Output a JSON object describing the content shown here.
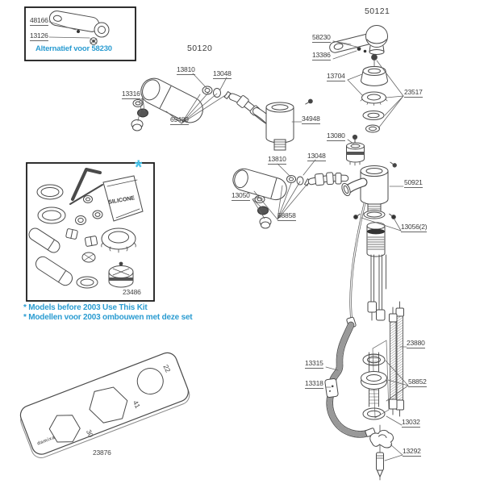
{
  "colors": {
    "accent": "#2b9cd1",
    "accent_bright": "#45c2ea",
    "line": "#4a4a4a"
  },
  "inset": {
    "part_48166": "48166",
    "part_13126": "13126",
    "caption": "Alternatief voor 58230"
  },
  "left_assembly": {
    "title": "50120",
    "part_13810": "13810",
    "part_13048": "13048",
    "part_13316": "13316",
    "part_69480": "69480",
    "part_34948": "34948"
  },
  "right_assembly": {
    "title": "50121",
    "part_58230": "58230",
    "part_13386": "13386",
    "part_13704": "13704",
    "part_23517": "23517",
    "part_13080": "13080",
    "part_50921": "50921",
    "part_13056": "13056(2)"
  },
  "mid_assembly": {
    "part_13810": "13810",
    "part_13048": "13048",
    "part_13050": "13050",
    "part_58858": "58858"
  },
  "lower_assembly": {
    "part_23880": "23880",
    "part_13315": "13315",
    "part_13318": "13318",
    "part_58852": "58852",
    "part_13032": "13032",
    "part_13292": "13292"
  },
  "kit": {
    "asterisk": "*",
    "part_number": "23486",
    "bag_text": "SILICONE"
  },
  "notes": {
    "line1": "* Models before 2003 Use This Kit",
    "line2": "* Modellen voor 2003 ombouwen met deze set"
  },
  "plate": {
    "part_number": "23876",
    "brand": "damixa",
    "size_22": "22",
    "size_41": "41",
    "size_30": "30"
  }
}
